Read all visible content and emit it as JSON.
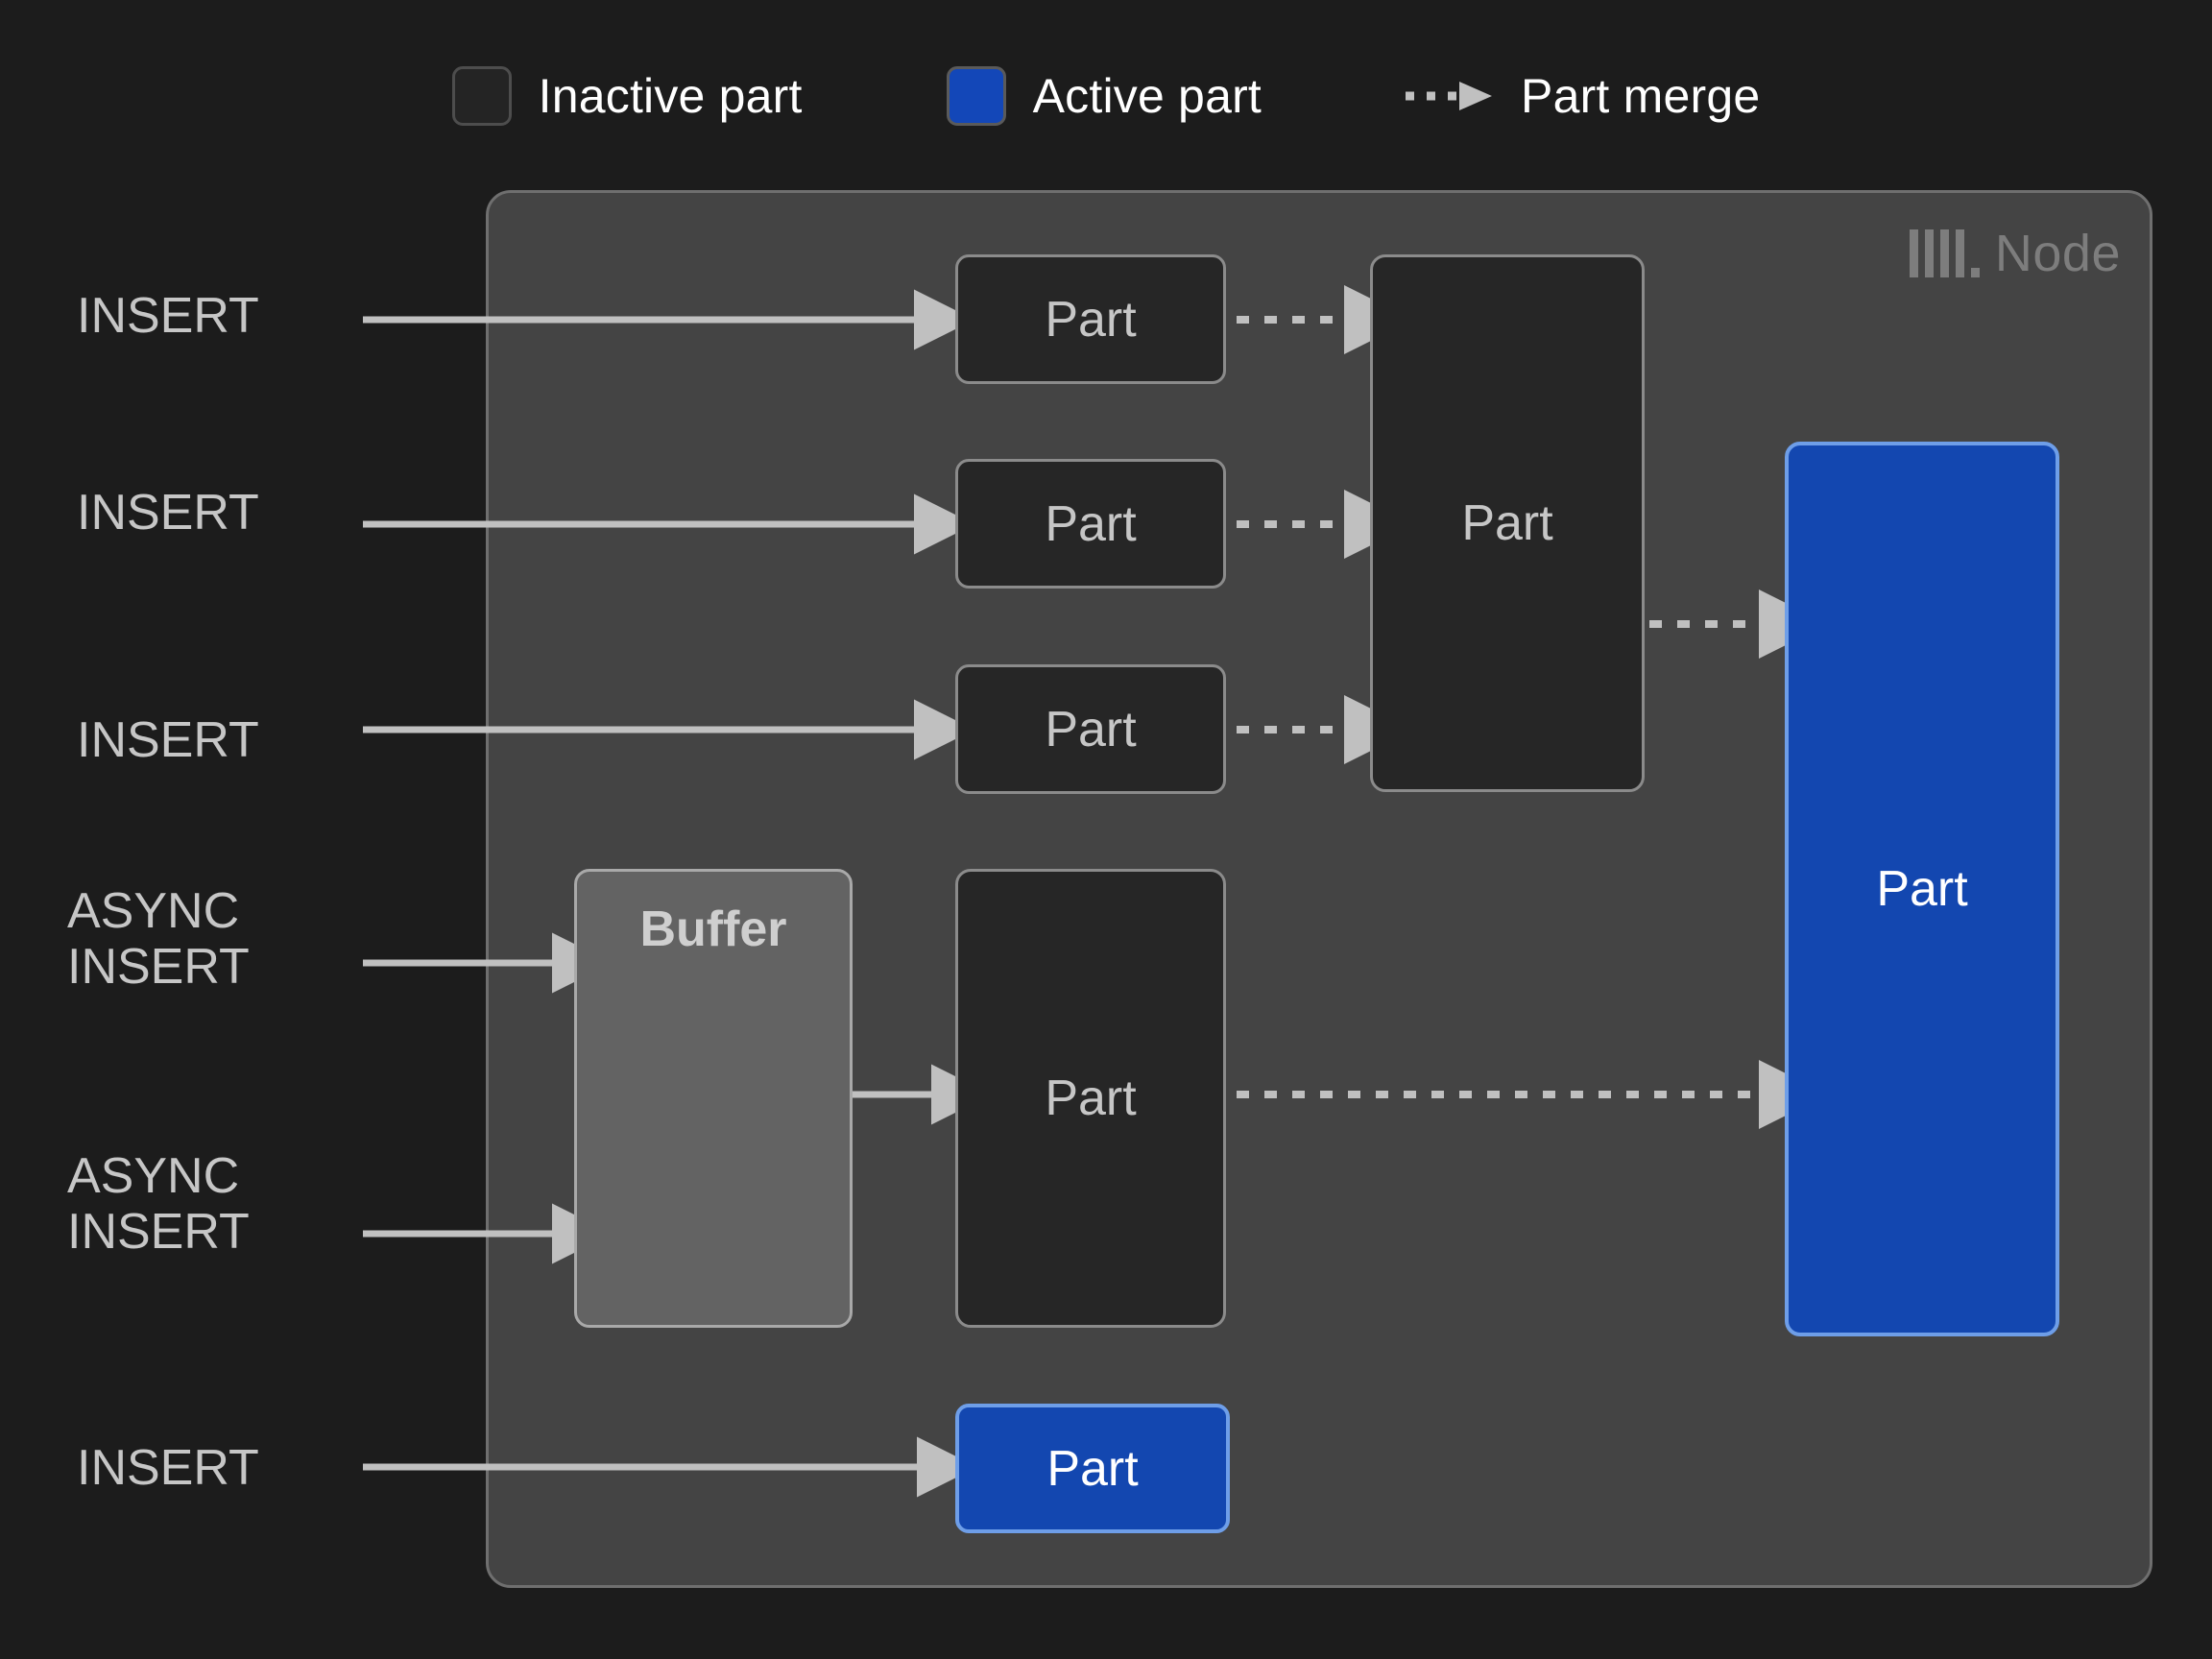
{
  "legend": {
    "items": [
      {
        "id": "inactive",
        "label": "Inactive part",
        "icon": "square-outline-icon",
        "color": "#242424"
      },
      {
        "id": "active",
        "label": "Active part",
        "icon": "square-filled-icon",
        "color": "#1347b8"
      },
      {
        "id": "merge",
        "label": "Part merge",
        "icon": "dashed-arrow-icon",
        "color": "#c0c0c0"
      }
    ]
  },
  "node": {
    "label": "Node",
    "logo_icon": "clickhouse-logo-icon",
    "fill": "#444444",
    "border": "#6f6f6f"
  },
  "sources": [
    {
      "id": "insert-1",
      "label": "INSERT"
    },
    {
      "id": "insert-2",
      "label": "INSERT"
    },
    {
      "id": "insert-3",
      "label": "INSERT"
    },
    {
      "id": "async-insert-1",
      "label": "ASYNC\nINSERT"
    },
    {
      "id": "async-insert-2",
      "label": "ASYNC\nINSERT"
    },
    {
      "id": "insert-4",
      "label": "INSERT"
    }
  ],
  "boxes": {
    "part_row_1": "Part",
    "part_row_2": "Part",
    "part_row_3": "Part",
    "merged_part": "Part",
    "buffer": "Buffer",
    "buffer_part": "Part",
    "final_part": "Part",
    "direct_part": "Part"
  },
  "colors": {
    "background": "#1c1c1c",
    "inactive_fill": "#262626",
    "inactive_border": "#8b8b8b",
    "active_fill": "#1347b0",
    "active_border": "#6e9ee8",
    "buffer_fill": "#636363",
    "buffer_border": "#a9a9a9",
    "wire": "#c0c0c0",
    "text": "#c6c6c6"
  }
}
